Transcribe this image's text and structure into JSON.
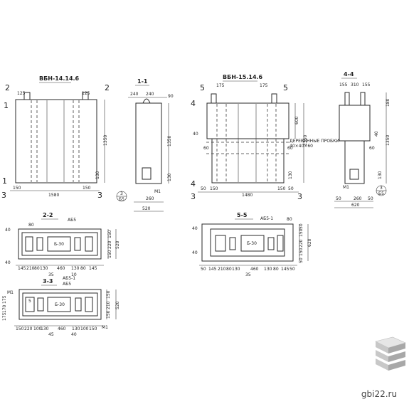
{
  "views": {
    "vbn1": {
      "title": "ВБН-14.14.6",
      "dims": [
        "125",
        "125",
        "1350",
        "150",
        "1580",
        "150",
        "130",
        "1",
        "1"
      ],
      "marks": [
        "2",
        "2",
        "1",
        "1",
        "3",
        "3"
      ]
    },
    "sec11": {
      "title": "1-1",
      "dims": [
        "240",
        "240",
        "90",
        "1350",
        "130",
        "260",
        "520",
        "М1"
      ],
      "callout": [
        "3",
        "Б5"
      ]
    },
    "vbn2": {
      "title": "ВБН-15.14.6",
      "dims": [
        "175",
        "175",
        "600",
        "1350",
        "40",
        "60",
        "60",
        "50",
        "150",
        "1480",
        "150",
        "50",
        "130"
      ],
      "marks": [
        "5",
        "5",
        "4",
        "4",
        "3",
        "3"
      ],
      "note": [
        "ДЕРЕВЯННЫЕ ПРОБКИ",
        "40×40×60"
      ]
    },
    "sec44": {
      "title": "4-4",
      "dims": [
        "155",
        "310",
        "155",
        "180",
        "1350",
        "40",
        "60",
        "130",
        "50",
        "260",
        "50",
        "620",
        "М1"
      ],
      "callout": [
        "3",
        "Б5"
      ]
    },
    "sec22": {
      "title": "2-2",
      "label": "АБ5",
      "opening": "Б-30",
      "dims": [
        "40",
        "80",
        "145",
        "210",
        "80",
        "130",
        "460",
        "130",
        "80",
        "145",
        "40",
        "150",
        "220",
        "150",
        "520",
        "35",
        "10"
      ]
    },
    "sec55": {
      "title": "5-5",
      "label": "АБ5-1",
      "opening": "Б-30",
      "dims": [
        "40",
        "40",
        "50",
        "145",
        "210",
        "80",
        "130",
        "460",
        "130",
        "80",
        "145",
        "50",
        "35",
        "50",
        "150",
        "220",
        "150",
        "50",
        "620",
        "80"
      ]
    },
    "sec33": {
      "title": "3-3",
      "label": "АБ5-1",
      "label2": "АБ5",
      "opening": "Б-30",
      "dims": [
        "М1",
        "175",
        "170",
        "175",
        "5",
        "150",
        "220",
        "100",
        "130",
        "460",
        "130",
        "100",
        "150",
        "40",
        "45",
        "150",
        "210",
        "150",
        "520",
        "М1"
      ]
    }
  },
  "watermark": {
    "text": "gbi22.ru",
    "icon": "stacked-blocks-icon",
    "colors": [
      "#c8c8c8",
      "#e2e2e2",
      "#a8a8a8"
    ]
  }
}
